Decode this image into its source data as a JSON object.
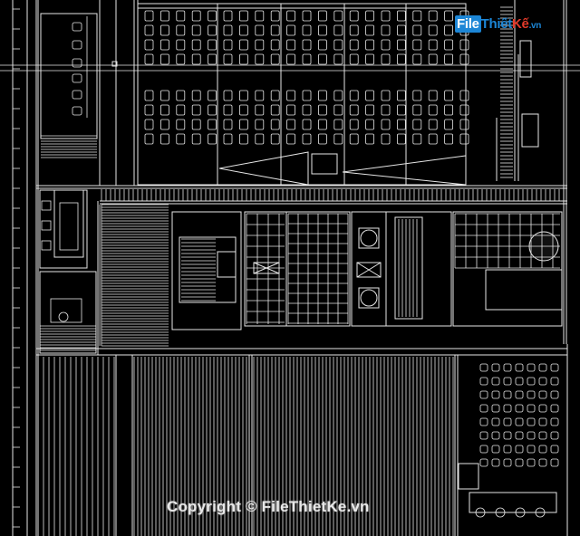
{
  "watermark": {
    "logo_part1": "File",
    "logo_part2": "Thiết",
    "logo_part3": "Kế",
    "logo_part4": ".vn",
    "copyright": "Copyright © FileThietKe.vn"
  },
  "colors": {
    "background": "#000000",
    "lines": "#e6e6e6",
    "logo_blue": "#1c86d6",
    "logo_red": "#e23a2a"
  }
}
